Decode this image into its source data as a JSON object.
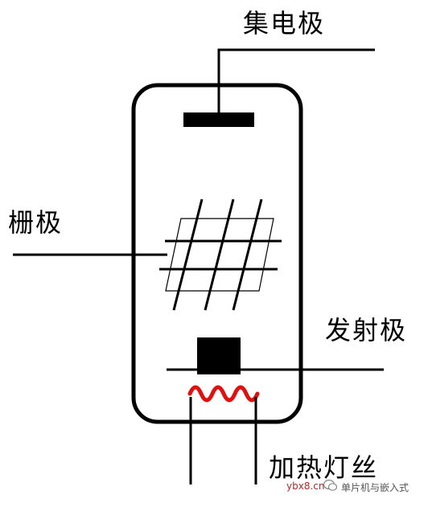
{
  "labels": {
    "collector": "集电极",
    "grid": "栅极",
    "emitter": "发射极",
    "heater": "加热灯丝"
  },
  "watermark": {
    "site": "ybx8.cn",
    "account": "单片机与嵌入式",
    "icon": "wechat-icon"
  },
  "colors": {
    "line": "#000000",
    "filament": "#e01010"
  }
}
